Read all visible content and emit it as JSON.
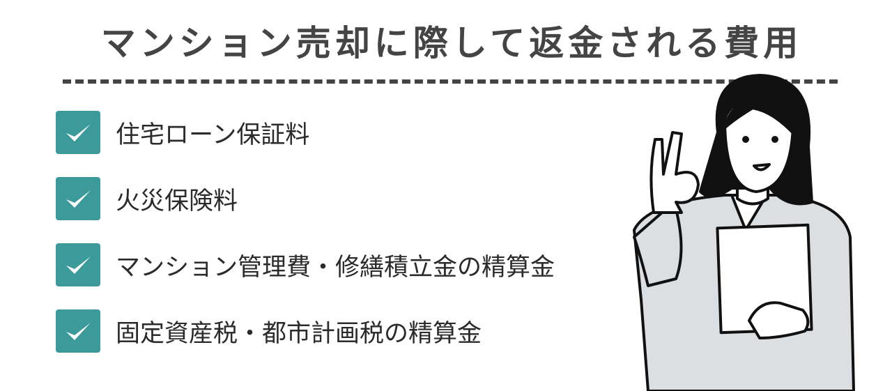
{
  "title": "マンション売却に際して返金される費用",
  "accent_color": "#3d9a9b",
  "items": [
    {
      "label": "住宅ローン保証料",
      "icon": "check-icon"
    },
    {
      "label": "火災保険料",
      "icon": "check-icon"
    },
    {
      "label": "マンション管理費・修繕積立金の精算金",
      "icon": "check-icon"
    },
    {
      "label": "固定資産税・都市計画税の精算金",
      "icon": "check-icon"
    }
  ],
  "illustration": "woman-ok-gesture-with-clipboard"
}
